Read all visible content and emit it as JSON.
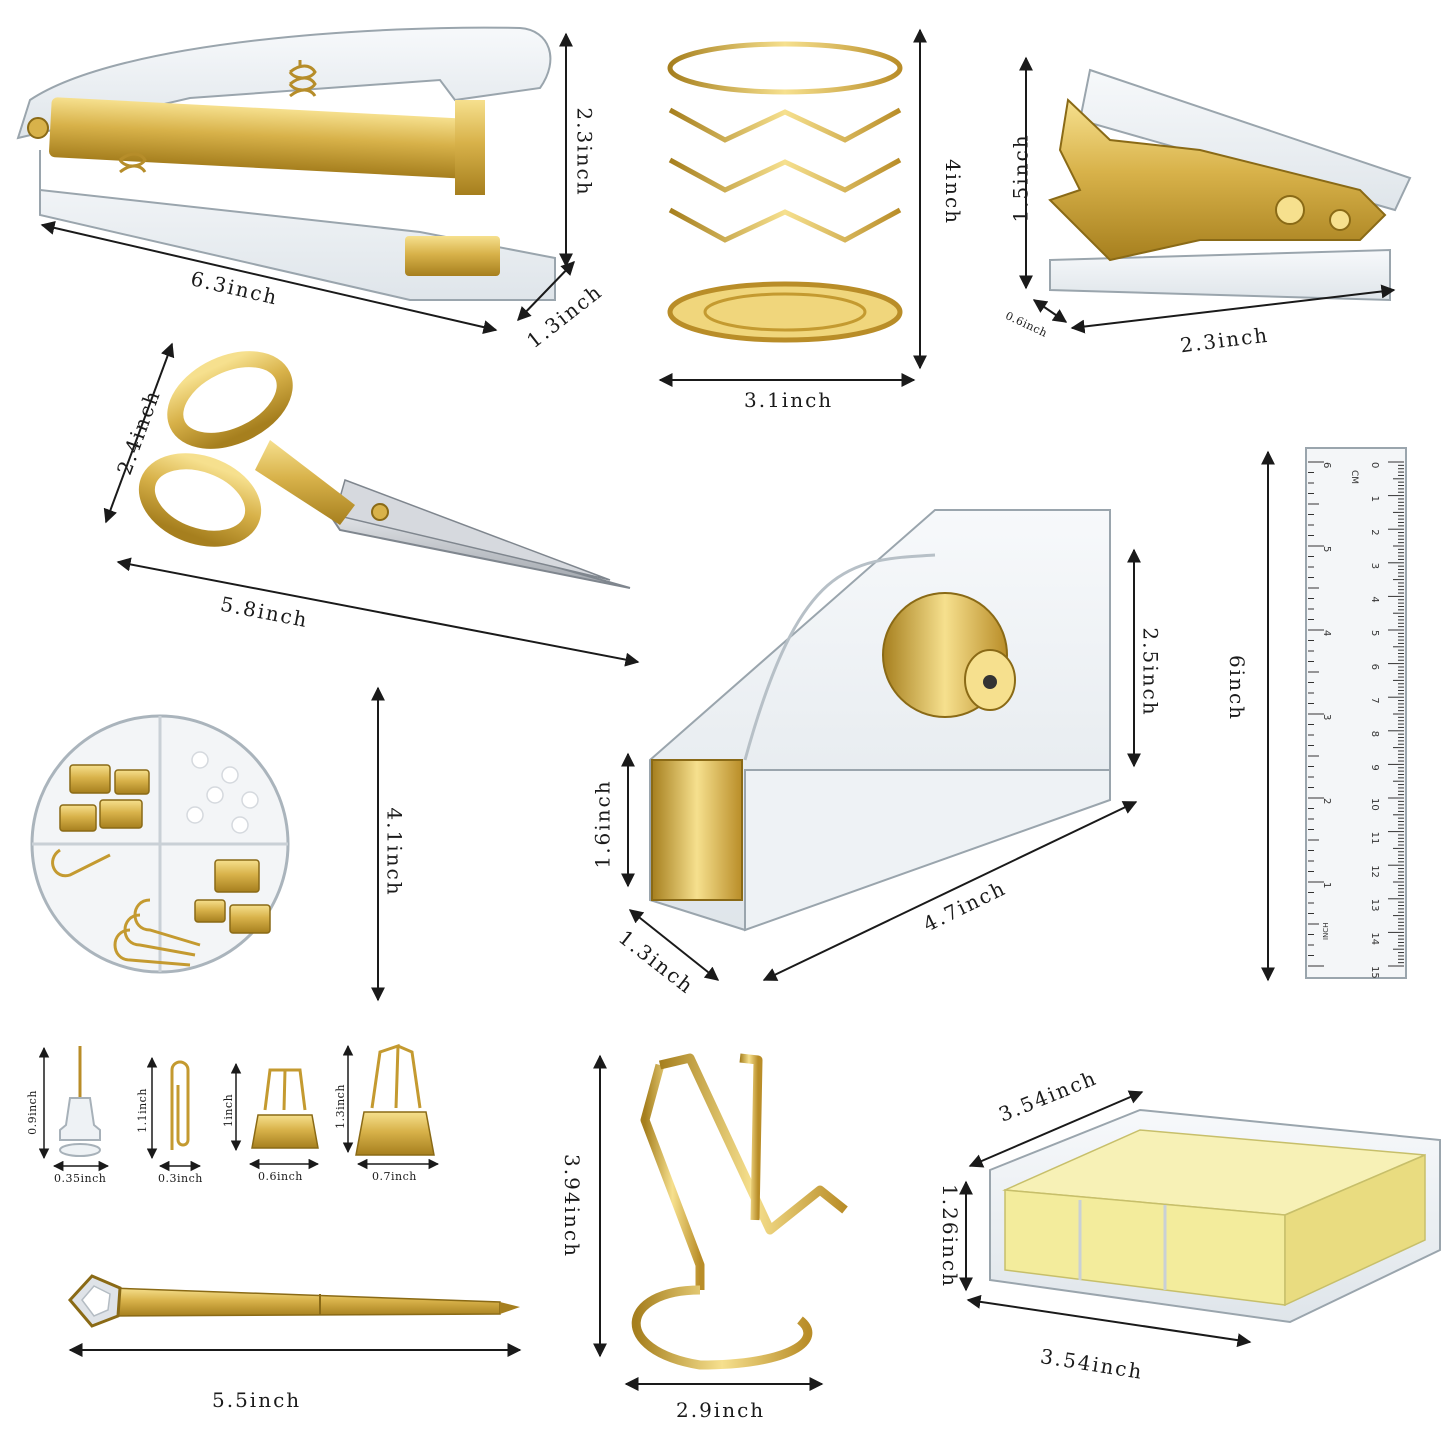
{
  "palette": {
    "gold": "#d8b24a",
    "gold_light": "#f3dc86",
    "gold_dark": "#a67f1e",
    "acrylic": "#e6ecf0",
    "acrylic_edge": "#aab4bc",
    "note_yellow": "#f3ec9c",
    "steel": "#b8bcc2"
  },
  "items": {
    "stapler": {
      "length": "6.3inch",
      "height": "2.3inch",
      "width": "1.3inch"
    },
    "pen_holder": {
      "height": "4inch",
      "diameter": "3.1inch"
    },
    "staple_remover": {
      "height": "1.5inch",
      "length": "2.3inch",
      "width": "0.6inch"
    },
    "scissors": {
      "height": "2.4inch",
      "length": "5.8inch"
    },
    "tape_dispenser": {
      "height": "2.5inch",
      "front_height": "1.6inch",
      "width": "1.3inch",
      "length": "4.7inch"
    },
    "ruler": {
      "length": "6inch",
      "unit_label": "CM",
      "cm_ticks": [
        "0",
        "1",
        "2",
        "3",
        "4",
        "5",
        "6",
        "7",
        "8",
        "9",
        "10",
        "11",
        "12",
        "13",
        "14",
        "15"
      ],
      "inch_ticks": [
        "1",
        "2",
        "3",
        "4",
        "5",
        "6"
      ],
      "inch_label": "INCH"
    },
    "clip_box": {
      "diameter": "4.1inch"
    },
    "push_pin": {
      "height": "0.9inch",
      "width": "0.35inch"
    },
    "paper_clip": {
      "height": "1.1inch",
      "width": "0.3inch"
    },
    "binder_clip_small": {
      "height": "1inch",
      "width": "0.6inch"
    },
    "binder_clip_large": {
      "height": "1.3inch",
      "width": "0.7inch"
    },
    "pen": {
      "length": "5.5inch"
    },
    "phone_stand": {
      "height": "3.94inch",
      "width": "2.9inch"
    },
    "memo_holder": {
      "top_width": "3.54inch",
      "height": "1.26inch",
      "depth": "3.54inch"
    }
  }
}
